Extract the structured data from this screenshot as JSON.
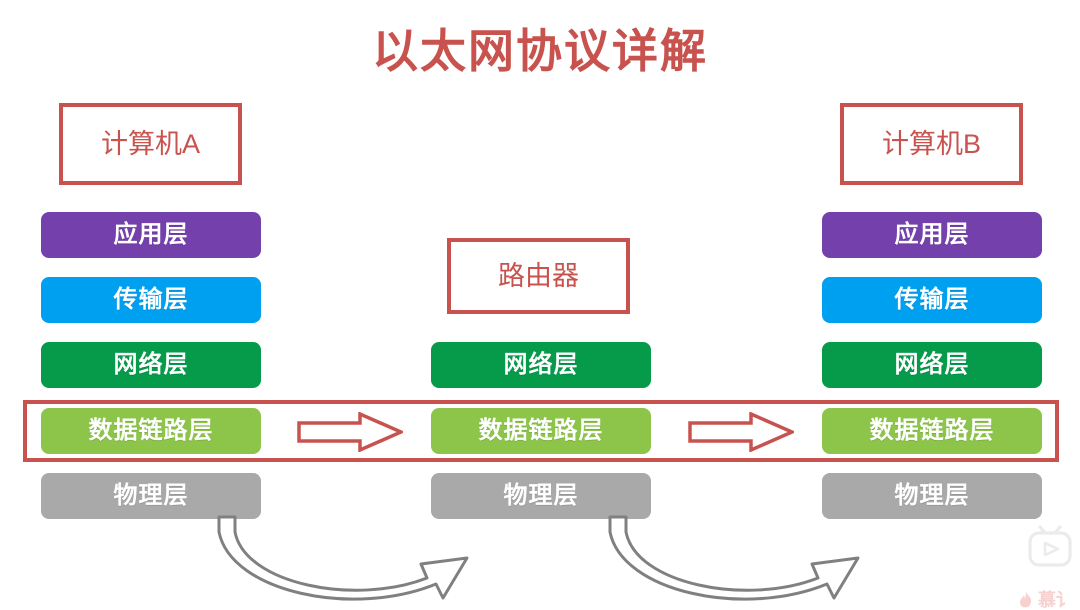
{
  "page": {
    "title": "以太网协议详解",
    "background_color": "#FFFFFF",
    "accent_color": "#C8534E"
  },
  "nodes": {
    "computer_a": "计算机A",
    "computer_b": "计算机B",
    "router": "路由器"
  },
  "layer_colors": {
    "application": "#7340AC",
    "transport": "#00A0F0",
    "network": "#069A4B",
    "data_link": "#8CC549",
    "physical": "#A9A9A9"
  },
  "stacks": [
    {
      "id": "left",
      "owner": "计算机A",
      "layers": [
        {
          "label": "应用层",
          "color": "#7340AC",
          "present": true
        },
        {
          "label": "传输层",
          "color": "#00A0F0",
          "present": true
        },
        {
          "label": "网络层",
          "color": "#069A4B",
          "present": true
        },
        {
          "label": "数据链路层",
          "color": "#8CC549",
          "present": true
        },
        {
          "label": "物理层",
          "color": "#A9A9A9",
          "present": true
        }
      ]
    },
    {
      "id": "middle",
      "owner": "路由器",
      "layers": [
        {
          "label": "",
          "color": "",
          "present": false
        },
        {
          "label": "",
          "color": "",
          "present": false
        },
        {
          "label": "网络层",
          "color": "#069A4B",
          "present": true
        },
        {
          "label": "数据链路层",
          "color": "#8CC549",
          "present": true
        },
        {
          "label": "物理层",
          "color": "#A9A9A9",
          "present": true
        }
      ]
    },
    {
      "id": "right",
      "owner": "计算机B",
      "layers": [
        {
          "label": "应用层",
          "color": "#7340AC",
          "present": true
        },
        {
          "label": "传输层",
          "color": "#00A0F0",
          "present": true
        },
        {
          "label": "网络层",
          "color": "#069A4B",
          "present": true
        },
        {
          "label": "数据链路层",
          "color": "#8CC549",
          "present": true
        },
        {
          "label": "物理层",
          "color": "#A9A9A9",
          "present": true
        }
      ]
    }
  ],
  "highlight": {
    "name": "数据链路层",
    "color": "#C8534E"
  },
  "arrows": {
    "horizontal_color": "#C8534E",
    "curved_color": "#808080",
    "horizontal_count": 2,
    "curved_count": 2
  },
  "watermark": {
    "player_icon": "play-tv-icon",
    "flame_icon": "flame-icon",
    "brand_text": "慕讠"
  }
}
